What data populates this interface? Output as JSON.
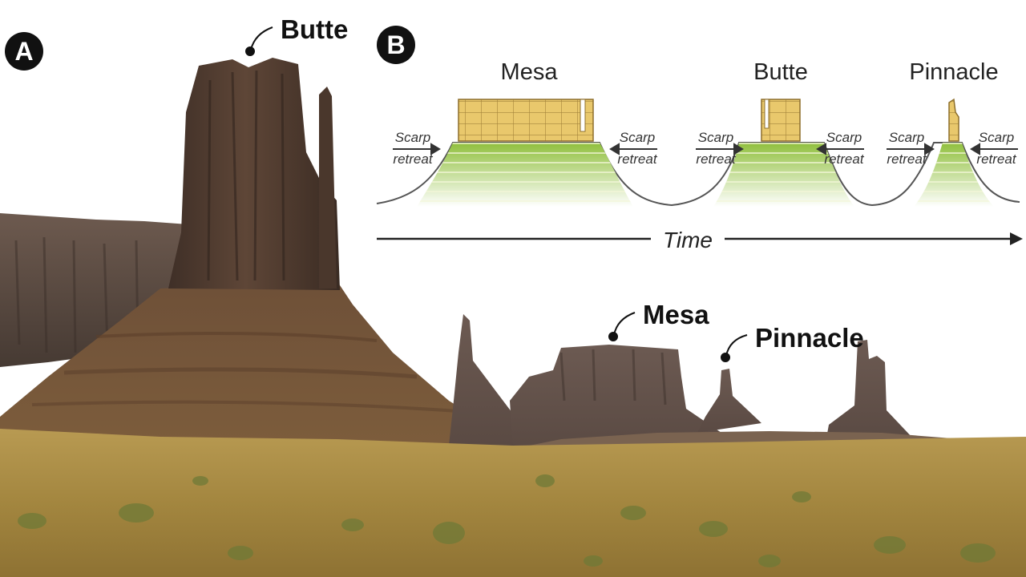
{
  "panels": {
    "a": {
      "badge": "A"
    },
    "b": {
      "badge": "B"
    }
  },
  "photo_labels": {
    "butte": "Butte",
    "mesa": "Mesa",
    "pinnacle": "Pinnacle"
  },
  "diagram": {
    "stages": [
      {
        "title": "Mesa"
      },
      {
        "title": "Butte"
      },
      {
        "title": "Pinnacle"
      }
    ],
    "scarp_line1": "Scarp",
    "scarp_line2": "retreat",
    "time_label": "Time"
  },
  "colors": {
    "caprock": "#e9c86c",
    "slope_green": "#8fbf3c",
    "slope_pale": "#e7efb8",
    "rock_dark": "#4e3a2e",
    "desert_floor": "#a98b43"
  }
}
